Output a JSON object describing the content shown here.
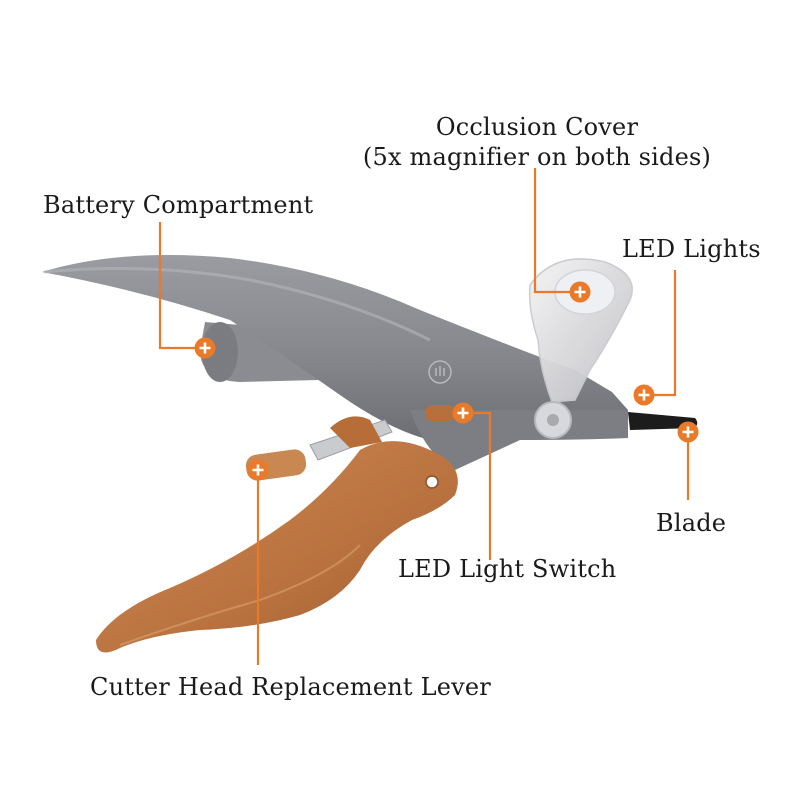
{
  "colors": {
    "accent": "#e87a2a",
    "body_gray": "#8e9096",
    "handle_copper": "#c07a47",
    "background": "#ffffff"
  },
  "labels": {
    "occlusion_cover_line1": "Occlusion Cover",
    "occlusion_cover_line2": "(5x magnifier on both sides)",
    "battery_compartment": "Battery Compartment",
    "led_lights": "LED Lights",
    "blade": "Blade",
    "led_light_switch": "LED Light Switch",
    "cutter_head_replacement_lever": "Cutter Head Replacement Lever"
  },
  "hotspots": [
    {
      "name": "occlusion-cover",
      "icon": "plus-icon"
    },
    {
      "name": "battery-compartment",
      "icon": "plus-icon"
    },
    {
      "name": "led-lights",
      "icon": "plus-icon"
    },
    {
      "name": "blade",
      "icon": "plus-icon"
    },
    {
      "name": "led-light-switch",
      "icon": "plus-icon"
    },
    {
      "name": "cutter-head-replacement-lever",
      "icon": "plus-icon"
    }
  ]
}
